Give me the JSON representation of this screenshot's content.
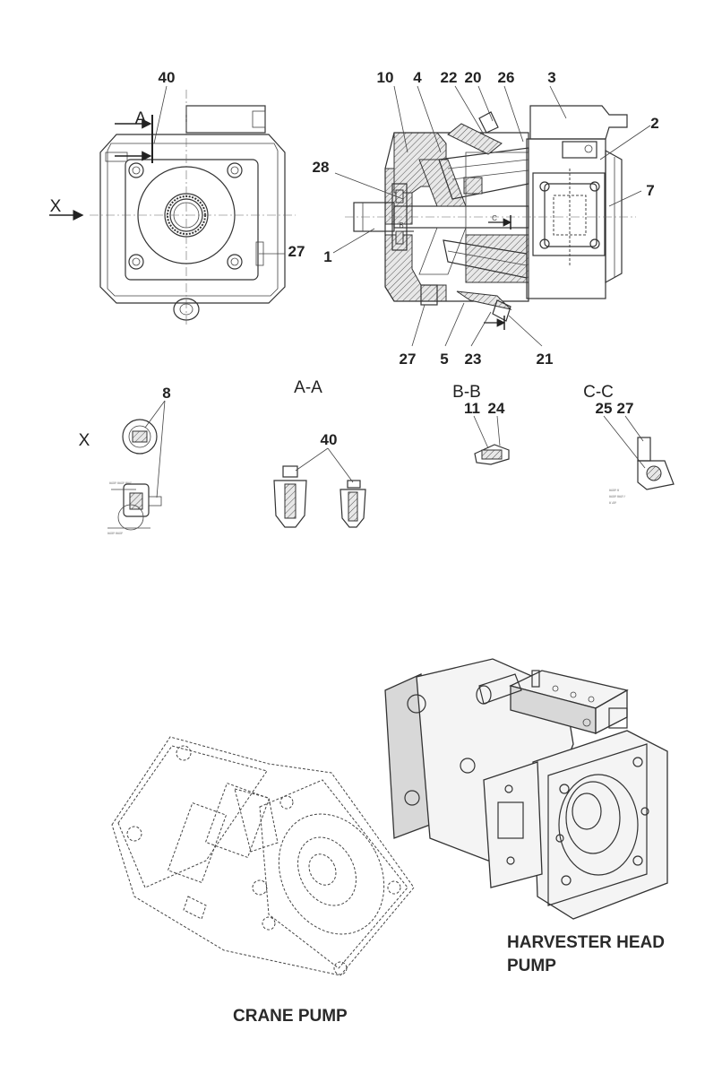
{
  "part_numbers": {
    "n40_top": "40",
    "n10": "10",
    "n4": "4",
    "n22": "22",
    "n20": "20",
    "n26": "26",
    "n3": "3",
    "n2": "2",
    "n28": "28",
    "n7": "7",
    "n27_left": "27",
    "n1": "1",
    "n27_bottom": "27",
    "n5": "5",
    "n23": "23",
    "n21": "21",
    "n8": "8",
    "n11": "11",
    "n24": "24",
    "n25": "25",
    "n27_cc": "27",
    "n40_aa": "40"
  },
  "view_labels": {
    "a_marker": "A",
    "x_arrow": "X",
    "x_view": "X",
    "section_aa": "A-A",
    "section_bb": "B-B",
    "section_cc": "C-C",
    "b_marker": "B",
    "c_marker": "C"
  },
  "captions": {
    "harvester_line1": "HARVESTER HEAD",
    "harvester_line2": "PUMP",
    "crane": "CRANE PUMP"
  }
}
